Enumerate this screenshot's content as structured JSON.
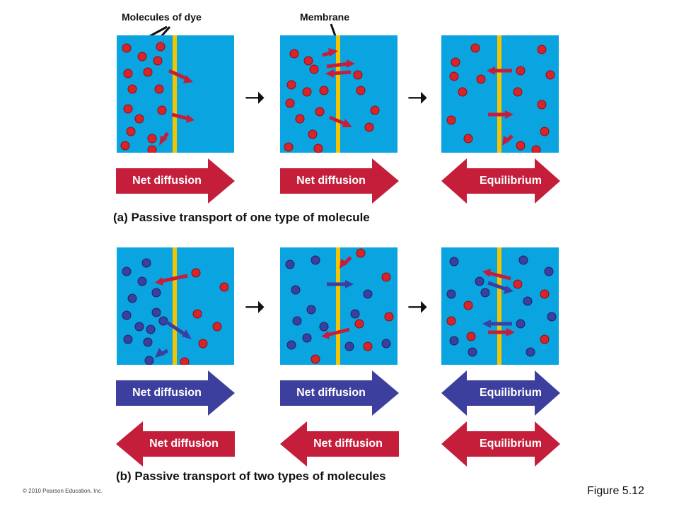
{
  "labels": {
    "molecules_of_dye": "Molecules of dye",
    "membrane": "Membrane",
    "caption_a": "(a) Passive transport of one type of molecule",
    "caption_b": "(b) Passive transport of two types of molecules",
    "figure": "Figure 5.12",
    "copyright": "© 2010 Pearson Education, Inc."
  },
  "banners": {
    "net_diffusion": "Net diffusion",
    "equilibrium": "Equilibrium"
  },
  "colors": {
    "water": "#0aa5e0",
    "membrane": "#f5c400",
    "red_molecule": "#d8232a",
    "blue_molecule": "#3b3fa0",
    "red_arrow": "#c41e3a",
    "blue_arrow": "#3d3f9e"
  }
}
